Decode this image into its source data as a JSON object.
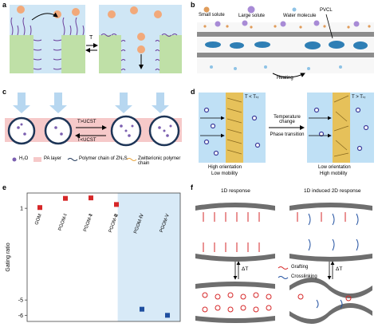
{
  "panels": {
    "a": {
      "label": "a",
      "arrow_label": "T"
    },
    "b": {
      "label": "b",
      "small_solute": "Small solute",
      "large_solute": "Large solute",
      "water_molecule": "Water molecule",
      "pvcl": "PVCL",
      "heating": "Heating"
    },
    "c": {
      "label": "c",
      "t_up": "T>UCST",
      "t_down": "T<UCST",
      "legend_water": "H₂O",
      "legend_pa": "PA layer",
      "legend_polymer": "Polymer chain of ZN₂S",
      "legend_zwitter": "Zwitterionic polymer chain"
    },
    "d": {
      "label": "d",
      "t_low": "T < Tₜᵣ",
      "t_high": "T > Tₜᵣ",
      "temperature_change": "Temperature change",
      "phase_transition": "Phase transition",
      "left_caption_1": "High orientation",
      "left_caption_2": "Low mobility",
      "right_caption_1": "Low orientation",
      "right_caption_2": "High mobility"
    },
    "e": {
      "label": "e",
      "ylabel": "Gating ratio"
    },
    "f": {
      "label": "f",
      "left_title": "1D response",
      "right_title": "1D induced 2D response",
      "delta_t": "ΔT",
      "grafting": "Grafting",
      "crosslinking": "Crosslinking"
    }
  },
  "chart_data": {
    "type": "scatter",
    "ylabel": "Gating ratio",
    "categories": [
      "GOM",
      "PGOM-Ⅰ",
      "PGOM-Ⅱ",
      "PGOM-Ⅲ",
      "PGOM-Ⅳ",
      "PGOM-Ⅴ"
    ],
    "values": [
      1.05,
      1.65,
      1.68,
      1.25,
      -5.6,
      -6.0
    ],
    "yticks": [
      1,
      -5,
      -6
    ],
    "ylim": [
      -6.4,
      2.0
    ],
    "point_colors": [
      "#d62728",
      "#d62728",
      "#d62728",
      "#d62728",
      "#1f4fa0",
      "#1f4fa0"
    ],
    "shaded_region_color": "#d8eaf7"
  }
}
